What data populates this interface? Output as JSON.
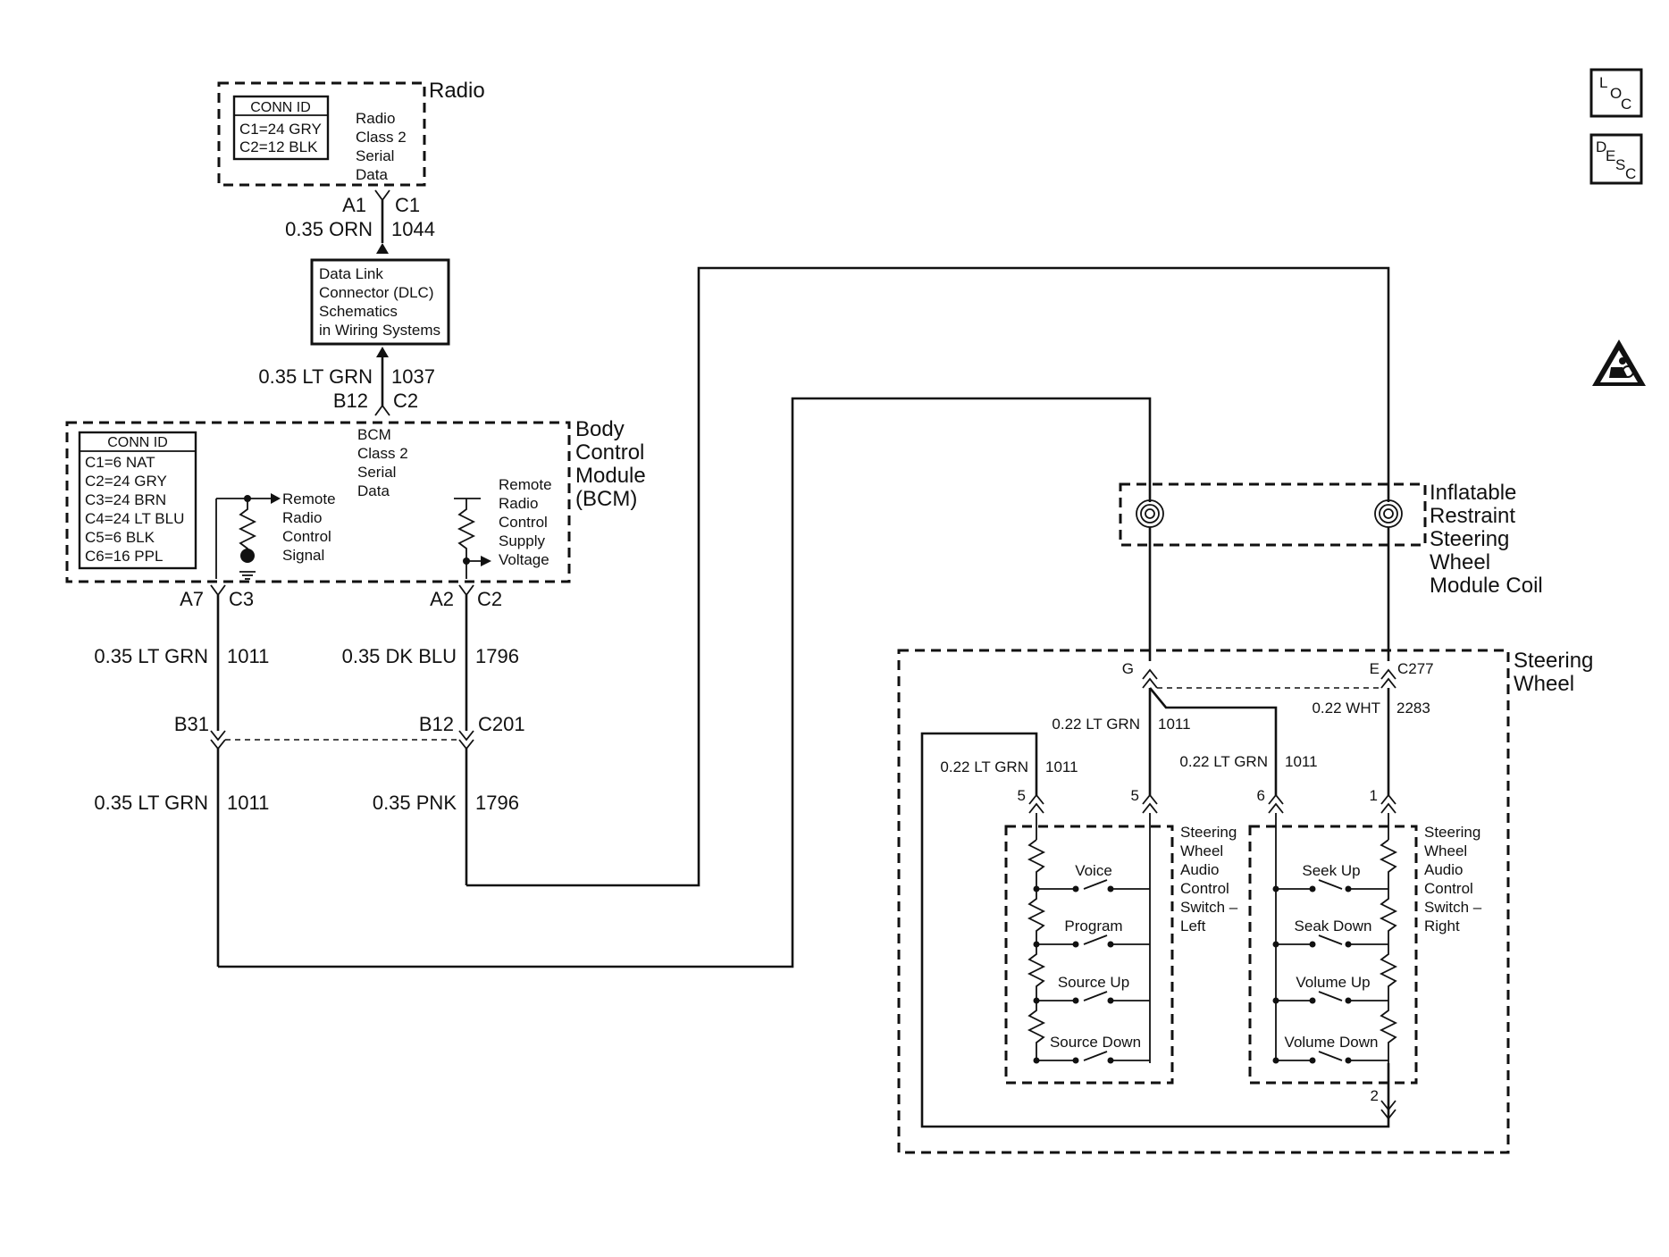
{
  "radio": {
    "title": "Radio",
    "conn_id": {
      "header": "CONN ID",
      "rows": [
        "C1=24 GRY",
        "C2=12 BLK"
      ]
    },
    "serial_lines": [
      "Radio",
      "Class 2",
      "Serial",
      "Data"
    ]
  },
  "wire_radio_dlc": {
    "pin_left": "A1",
    "pin_right": "C1",
    "gauge_color": "0.35 ORN",
    "circuit": "1044"
  },
  "dlc": {
    "lines": [
      "Data Link",
      "Connector (DLC)",
      "Schematics",
      "in Wiring Systems"
    ]
  },
  "wire_dlc_bcm": {
    "gauge_color": "0.35 LT GRN",
    "circuit": "1037",
    "pin_left": "B12",
    "pin_right": "C2"
  },
  "bcm": {
    "title_lines": [
      "Body",
      "Control",
      "Module",
      "(BCM)"
    ],
    "conn_id": {
      "header": "CONN ID",
      "rows": [
        "C1=6 NAT",
        "C2=24 GRY",
        "C3=24 BRN",
        "C4=24 LT BLU",
        "C5=6 BLK",
        "C6=16 PPL"
      ]
    },
    "serial_lines": [
      "BCM",
      "Class 2",
      "Serial",
      "Data"
    ],
    "signal_lines": [
      "Remote",
      "Radio",
      "Control",
      "Signal"
    ],
    "voltage_lines": [
      "Remote",
      "Radio",
      "Control",
      "Supply",
      "Voltage"
    ]
  },
  "left_harness": {
    "pin_a7": "A7",
    "pin_c3": "C3",
    "pin_a2": "A2",
    "pin_c2": "C2",
    "wire1_upper": {
      "gauge_color": "0.35 LT GRN",
      "circuit": "1011"
    },
    "wire2_upper": {
      "gauge_color": "0.35 DK BLU",
      "circuit": "1796"
    },
    "pin_b31": "B31",
    "pin_b12": "B12",
    "connector": "C201",
    "wire1_lower": {
      "gauge_color": "0.35 LT GRN",
      "circuit": "1011"
    },
    "wire2_lower": {
      "gauge_color": "0.35 PNK",
      "circuit": "1796"
    }
  },
  "coil": {
    "title_lines": [
      "Inflatable",
      "Restraint",
      "Steering",
      "Wheel",
      "Module Coil"
    ]
  },
  "steering_wheel": {
    "title_lines": [
      "Steering",
      "Wheel"
    ],
    "pin_g": "G",
    "pin_e": "E",
    "connector": "C277",
    "wire_g": {
      "gauge_color": "0.22 LT GRN",
      "circuit": "1011"
    },
    "wire_e": {
      "gauge_color": "0.22 WHT",
      "circuit": "2283"
    },
    "wire_outer": {
      "gauge_color": "0.22 LT GRN",
      "circuit": "1011"
    },
    "wire_right_branch": {
      "gauge_color": "0.22 LT GRN",
      "circuit": "1011"
    },
    "pin_left_outer": "5",
    "pin_left_inner": "5",
    "pin_right_inner": "6",
    "pin_right_outer": "1",
    "pin_bottom": "2",
    "left_switch": {
      "title_lines": [
        "Steering",
        "Wheel",
        "Audio",
        "Control",
        "Switch –",
        "Left"
      ],
      "buttons": [
        "Voice",
        "Program",
        "Source Up",
        "Source Down"
      ]
    },
    "right_switch": {
      "title_lines": [
        "Steering",
        "Wheel",
        "Audio",
        "Control",
        "Switch –",
        "Right"
      ],
      "buttons": [
        "Seek Up",
        "Seak Down",
        "Volume Up",
        "Volume Down"
      ]
    }
  },
  "side_icons": {
    "loc_letters": [
      "L",
      "O",
      "C"
    ],
    "desc_letters": [
      "D",
      "E",
      "S",
      "C"
    ],
    "warning": "airbag-warning-icon"
  }
}
